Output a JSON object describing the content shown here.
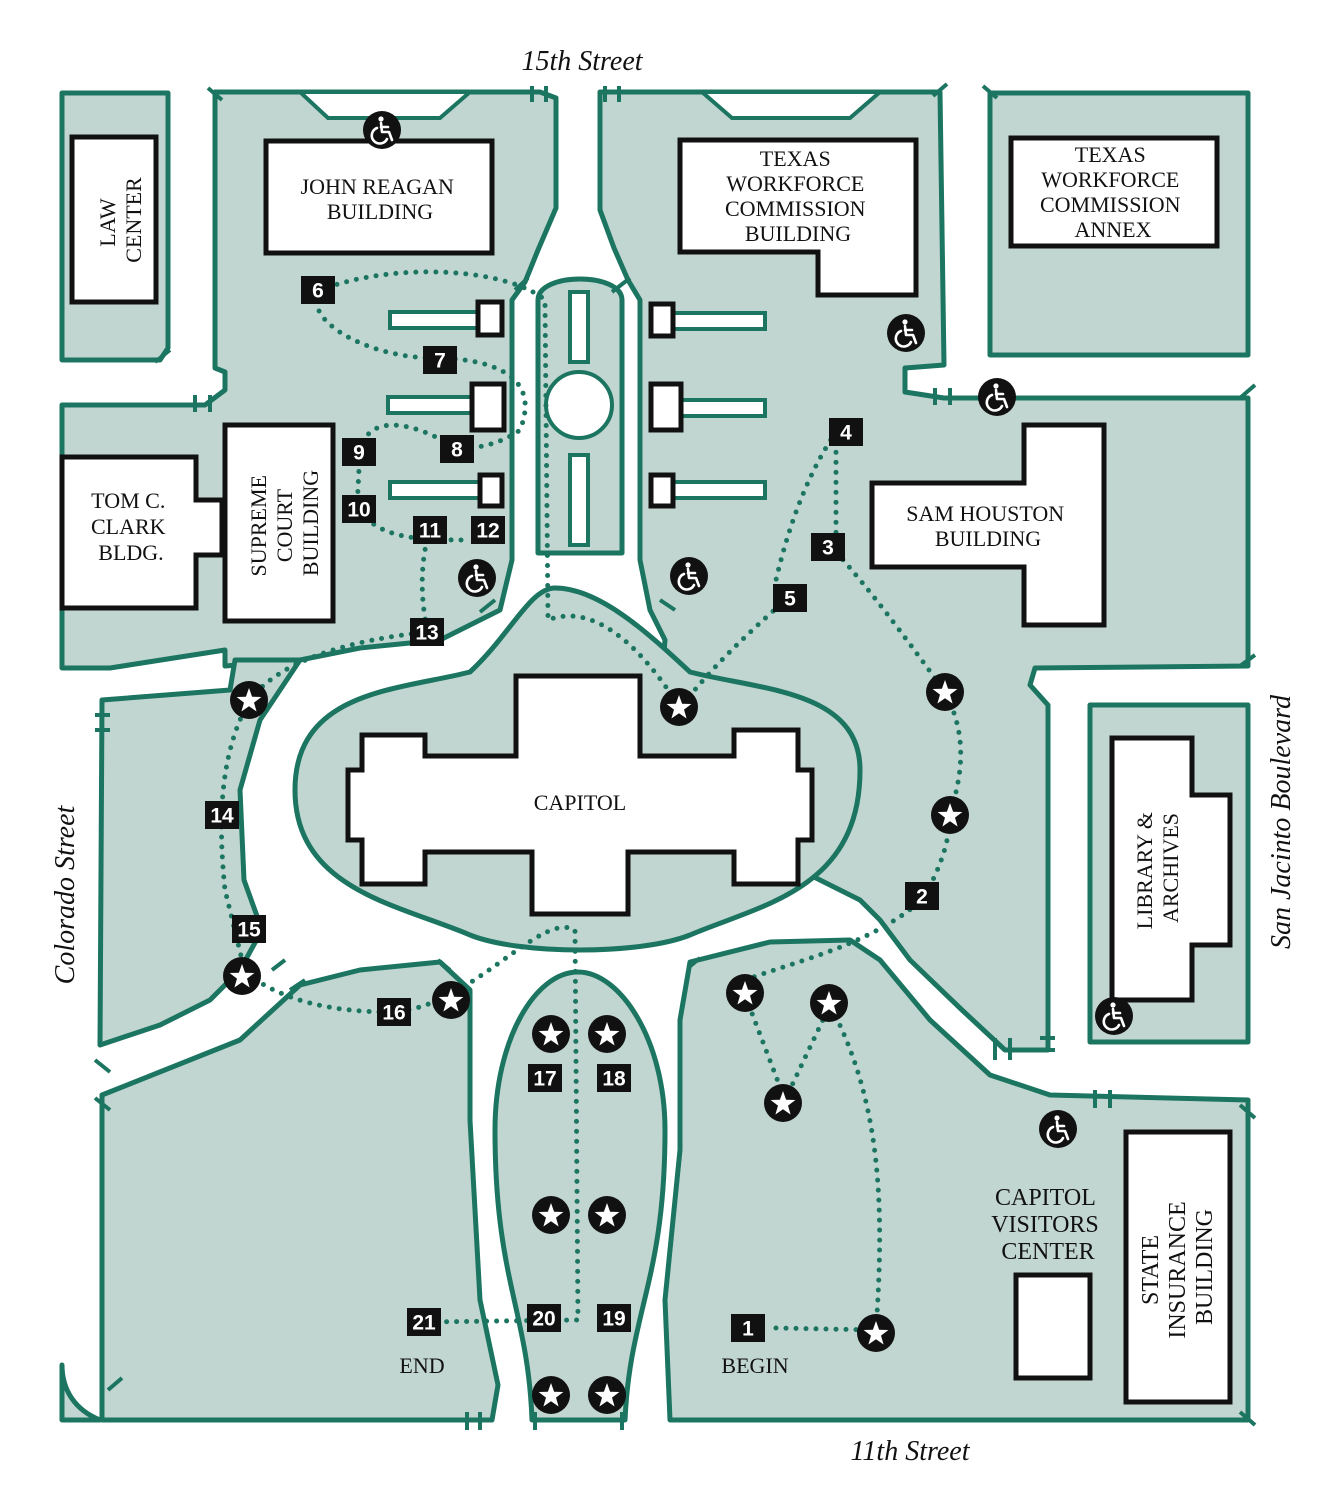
{
  "map": {
    "streets": {
      "north": "15th Street",
      "south": "11th Street",
      "west": "Colorado Street",
      "east": "San Jacinto Boulevard"
    },
    "buildings": {
      "law_center": [
        "LAW",
        "CENTER"
      ],
      "john_reagan": [
        "JOHN REAGAN",
        "BUILDING"
      ],
      "twc_building": [
        "TEXAS",
        "WORKFORCE",
        "COMMISSION",
        "BUILDING"
      ],
      "twc_annex": [
        "TEXAS",
        "WORKFORCE",
        "COMMISSION",
        "ANNEX"
      ],
      "tom_clark": [
        "TOM C.",
        "CLARK",
        "BLDG."
      ],
      "supreme_court": [
        "SUPREME",
        "COURT",
        "BUILDING"
      ],
      "sam_houston": [
        "SAM HOUSTON",
        "BUILDING"
      ],
      "capitol": "CAPITOL",
      "library_archives": [
        "LIBRARY &",
        "ARCHIVES"
      ],
      "visitors_center": [
        "CAPITOL",
        "VISITORS",
        "CENTER"
      ],
      "state_insurance": [
        "STATE",
        "INSURANCE",
        "BUILDING"
      ]
    },
    "stops": [
      "1",
      "2",
      "3",
      "4",
      "5",
      "6",
      "7",
      "8",
      "9",
      "10",
      "11",
      "12",
      "13",
      "14",
      "15",
      "16",
      "17",
      "18",
      "19",
      "20",
      "21"
    ],
    "begin_label": "BEGIN",
    "end_label": "END",
    "colors": {
      "ground": "#c2d6d1",
      "outline": "#1c7561",
      "marker": "#111111"
    },
    "icons": [
      "wheelchair-access-icon",
      "star-icon"
    ]
  }
}
